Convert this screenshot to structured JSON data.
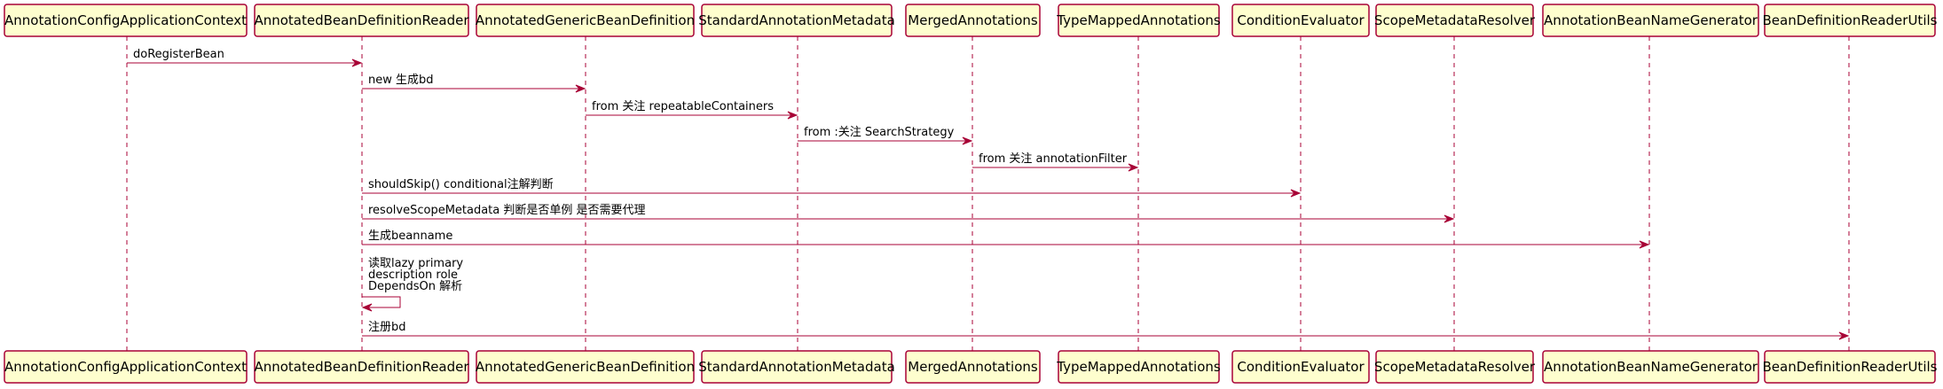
{
  "colors": {
    "participant_fill": "#FEFECE",
    "participant_border": "#A80036",
    "arrow": "#A80036",
    "text": "#000000"
  },
  "participants": [
    "AnnotationConfigApplicationContext",
    "AnnotatedBeanDefinitionReader",
    "AnnotatedGenericBeanDefinition",
    "StandardAnnotationMetadata",
    "MergedAnnotations",
    "TypeMappedAnnotations",
    "ConditionEvaluator",
    "ScopeMetadataResolver",
    "AnnotationBeanNameGenerator",
    "BeanDefinitionReaderUtils"
  ],
  "messages": [
    {
      "from": 0,
      "to": 1,
      "lines": [
        "doRegisterBean"
      ]
    },
    {
      "from": 1,
      "to": 2,
      "lines": [
        "new 生成bd"
      ]
    },
    {
      "from": 2,
      "to": 3,
      "lines": [
        "from 关注 repeatableContainers"
      ]
    },
    {
      "from": 3,
      "to": 4,
      "lines": [
        "from :关注 SearchStrategy"
      ]
    },
    {
      "from": 4,
      "to": 5,
      "lines": [
        "from 关注 annotationFilter"
      ]
    },
    {
      "from": 1,
      "to": 6,
      "lines": [
        "shouldSkip() conditional注解判断"
      ]
    },
    {
      "from": 1,
      "to": 7,
      "lines": [
        "resolveScopeMetadata 判断是否单例 是否需要代理"
      ]
    },
    {
      "from": 1,
      "to": 8,
      "lines": [
        "生成beanname"
      ]
    },
    {
      "from": 1,
      "to": 1,
      "lines": [
        "读取lazy primary",
        " description role",
        " DependsOn 解析"
      ]
    },
    {
      "from": 1,
      "to": 9,
      "lines": [
        "注册bd"
      ]
    }
  ]
}
